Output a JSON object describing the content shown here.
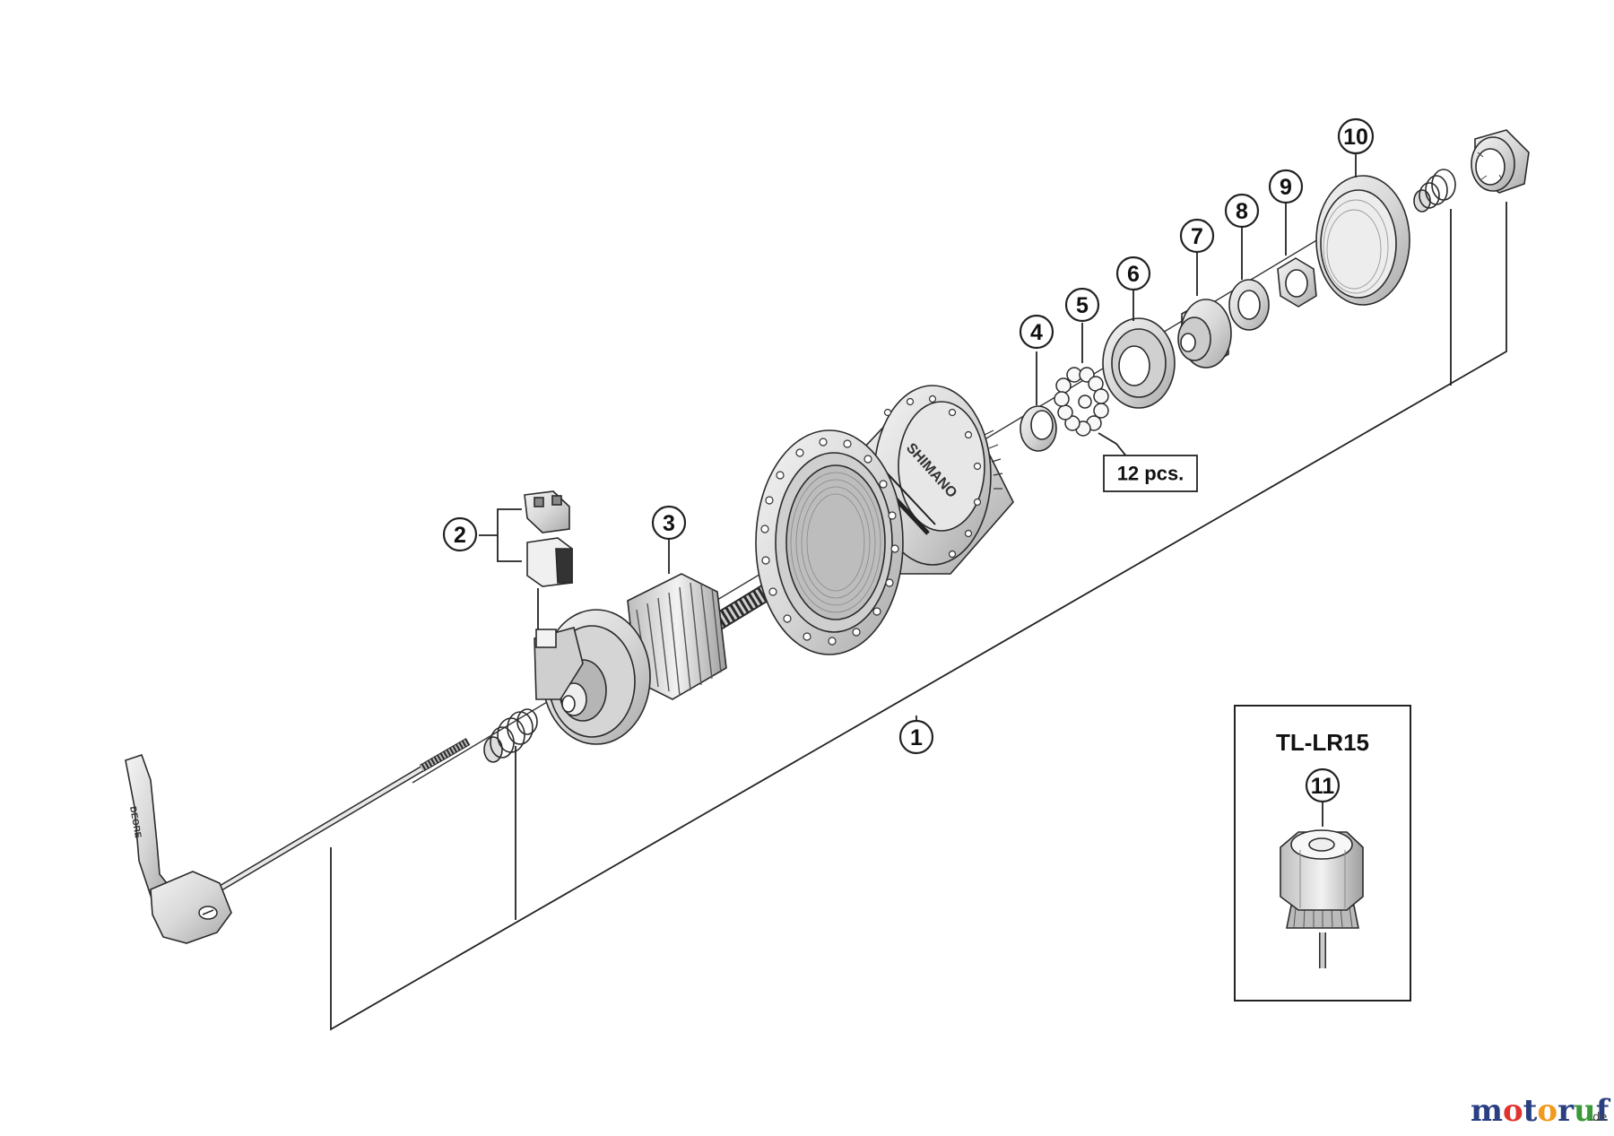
{
  "diagram": {
    "part_numbers": [
      "1",
      "2",
      "3",
      "4",
      "5",
      "6",
      "7",
      "8",
      "9",
      "10",
      "11"
    ],
    "quantity_label": "12 pcs.",
    "hub_brand": "SHIMANO",
    "tool": {
      "name": "TL-LR15",
      "part_number": "11"
    },
    "watermark": {
      "name": "motoruf",
      "suffix": ".de"
    },
    "colors": {
      "line": "#222222",
      "part_fill": "#e6e6e6",
      "part_dark": "#9a9a9a",
      "background": "#ffffff"
    }
  }
}
